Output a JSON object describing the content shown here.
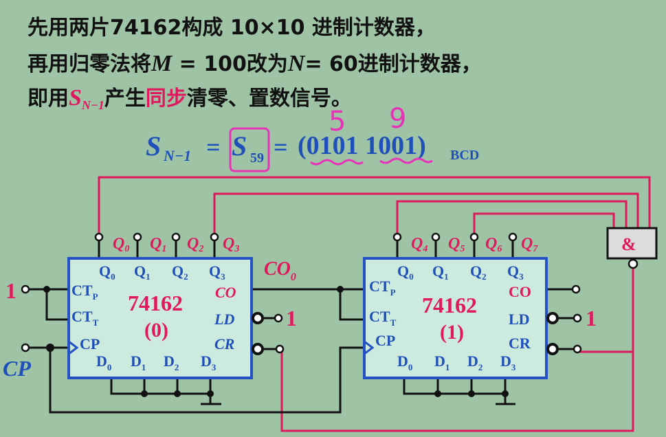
{
  "title": {
    "line1": "先用两片74162构成 10×10 进制计数器，",
    "line2a": "再用归零法将",
    "M": "M",
    "line2b": " = 100改为",
    "N": "N",
    "line2c": "= 60进制计数器，",
    "line3a": "即用",
    "S": "S",
    "Ssub": "N−1",
    "line3b": "产生",
    "line3c": "同步",
    "line3d": "清零、置数信号。"
  },
  "formula": {
    "S": "S",
    "sub": "N−1",
    "eq": "=",
    "S59": "S",
    "sub59": "59",
    "eq2": "=",
    "bits": "(0101  1001)",
    "bcd": "BCD"
  },
  "annotations": {
    "five": "5",
    "nine": "9"
  },
  "chips": [
    {
      "part": "74162",
      "index": "(0)",
      "q": [
        "Q",
        "Q",
        "Q",
        "Q"
      ],
      "qsub": [
        "0",
        "1",
        "2",
        "3"
      ],
      "ext": [
        "Q",
        "Q",
        "Q",
        "Q"
      ],
      "extsub": [
        "0",
        "1",
        "2",
        "3"
      ],
      "ctp": "CT",
      "ctpsub": "P",
      "ctt": "CT",
      "cttsub": "T",
      "cp": "CP",
      "d": [
        "D",
        "D",
        "D",
        "D"
      ],
      "dsub": [
        "0",
        "1",
        "2",
        "3"
      ],
      "co": "CO",
      "ld": "LD",
      "cr": "CR"
    },
    {
      "part": "74162",
      "index": "(1)",
      "q": [
        "Q",
        "Q",
        "Q",
        "Q"
      ],
      "qsub": [
        "0",
        "1",
        "2",
        "3"
      ],
      "ext": [
        "Q",
        "Q",
        "Q",
        "Q"
      ],
      "extsub": [
        "4",
        "5",
        "6",
        "7"
      ],
      "ctp": "CT",
      "ctpsub": "P",
      "ctt": "CT",
      "cttsub": "T",
      "cp": "CP",
      "d": [
        "D",
        "D",
        "D",
        "D"
      ],
      "dsub": [
        "0",
        "1",
        "2",
        "3"
      ],
      "co": "CO",
      "ld": "LD",
      "cr": "CR"
    }
  ],
  "labels": {
    "one_in": "1",
    "cp_in": "CP",
    "co0": "CO",
    "co0sub": "0",
    "ld0_one": "1",
    "ld1_one": "1",
    "and": "&"
  }
}
